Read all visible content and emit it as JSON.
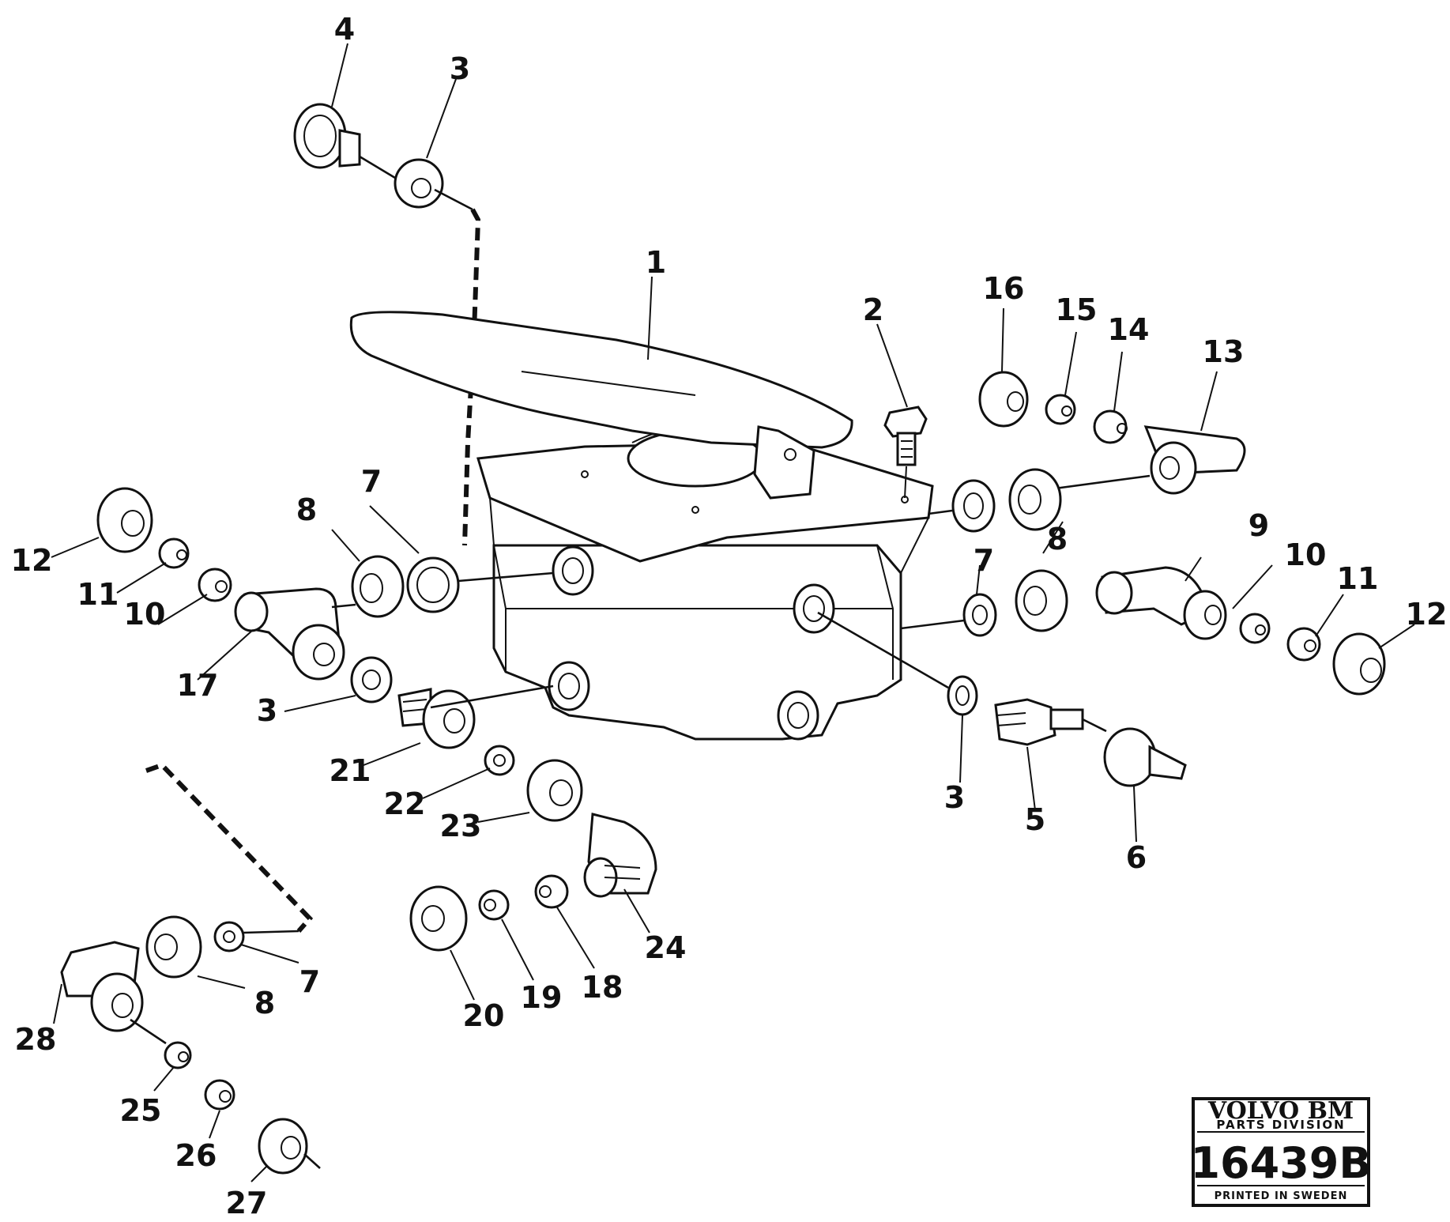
{
  "callouts": [
    "1",
    "2",
    "3",
    "3",
    "3",
    "4",
    "5",
    "6",
    "7",
    "7",
    "7",
    "8",
    "8",
    "8",
    "9",
    "10",
    "10",
    "11",
    "11",
    "12",
    "12",
    "13",
    "14",
    "15",
    "16",
    "17",
    "18",
    "19",
    "20",
    "21",
    "22",
    "23",
    "24",
    "25",
    "26",
    "27",
    "28"
  ],
  "stamp": {
    "brand": "VOLVO BM",
    "division": "PARTS DIVISION",
    "number": "16439B",
    "printed": "PRINTED IN SWEDEN"
  }
}
